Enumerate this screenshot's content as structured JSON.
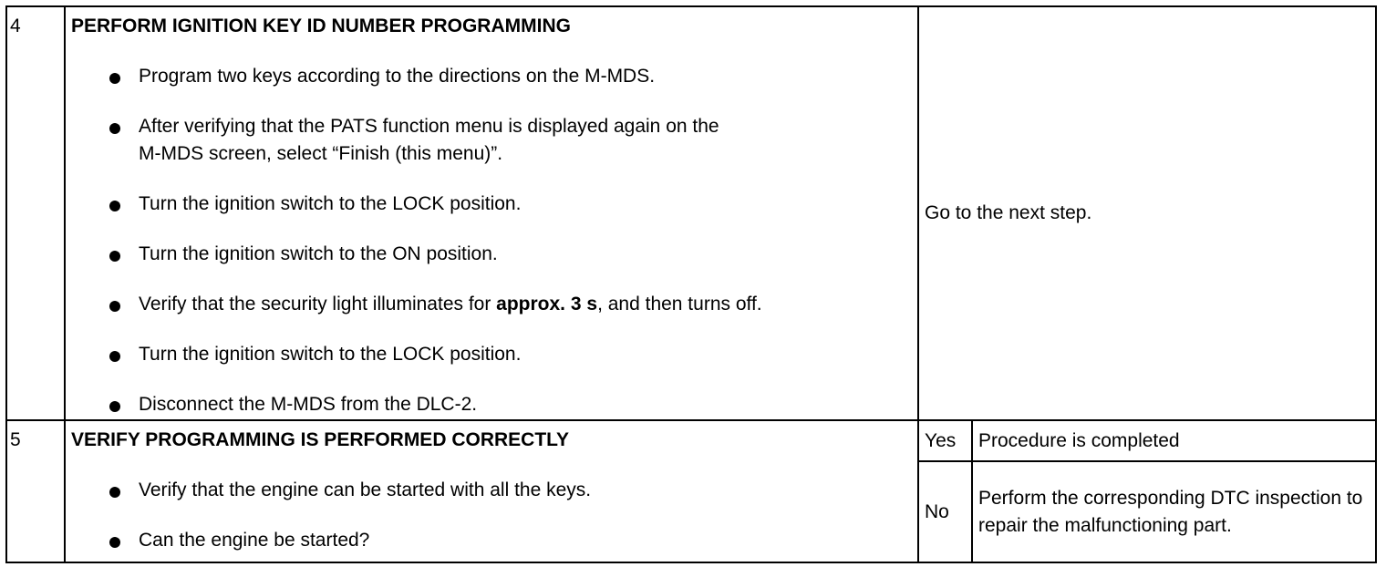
{
  "steps": [
    {
      "number": "4",
      "title": "PERFORM IGNITION KEY ID NUMBER PROGRAMMING",
      "bullets": [
        {
          "text": "Program two keys according to the directions on the M-MDS."
        },
        {
          "text": "After verifying that the PATS function menu is displayed again on the"
        },
        {
          "text": "Turn the ignition switch to the LOCK position."
        },
        {
          "text": "Turn the ignition switch to the ON position."
        },
        {
          "pre": "Verify that the security light illuminates for ",
          "bold": "approx. 3 s",
          "post": ", and then turns off."
        },
        {
          "text": "Turn the ignition switch to the LOCK position."
        },
        {
          "text": "Disconnect the M-MDS from the DLC-2."
        }
      ],
      "bullet2_line2": "M-MDS screen, select “Finish (this menu)”.",
      "action": "Go to the next step."
    },
    {
      "number": "5",
      "title": "VERIFY PROGRAMMING IS PERFORMED CORRECTLY",
      "bullets": [
        {
          "text": "Verify that the engine can be started with all the keys."
        },
        {
          "text": "Can the engine be started?"
        }
      ],
      "results": [
        {
          "label": "Yes",
          "text": "Procedure is completed"
        },
        {
          "label": "No",
          "text": "Perform the corresponding DTC inspection to repair the malfunctioning part."
        }
      ]
    }
  ]
}
